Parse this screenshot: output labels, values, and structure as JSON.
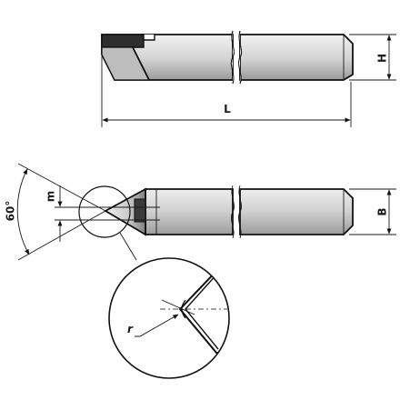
{
  "labels": {
    "length": "L",
    "height": "H",
    "width": "B",
    "offset": "m",
    "angle": "60°",
    "radius": "r"
  },
  "colors": {
    "stroke": "#111111",
    "body_light": "#e6e6e6",
    "body_mid": "#c4c4c4",
    "body_dark": "#8f8f8f",
    "insert_dark": "#2a2a2a"
  }
}
